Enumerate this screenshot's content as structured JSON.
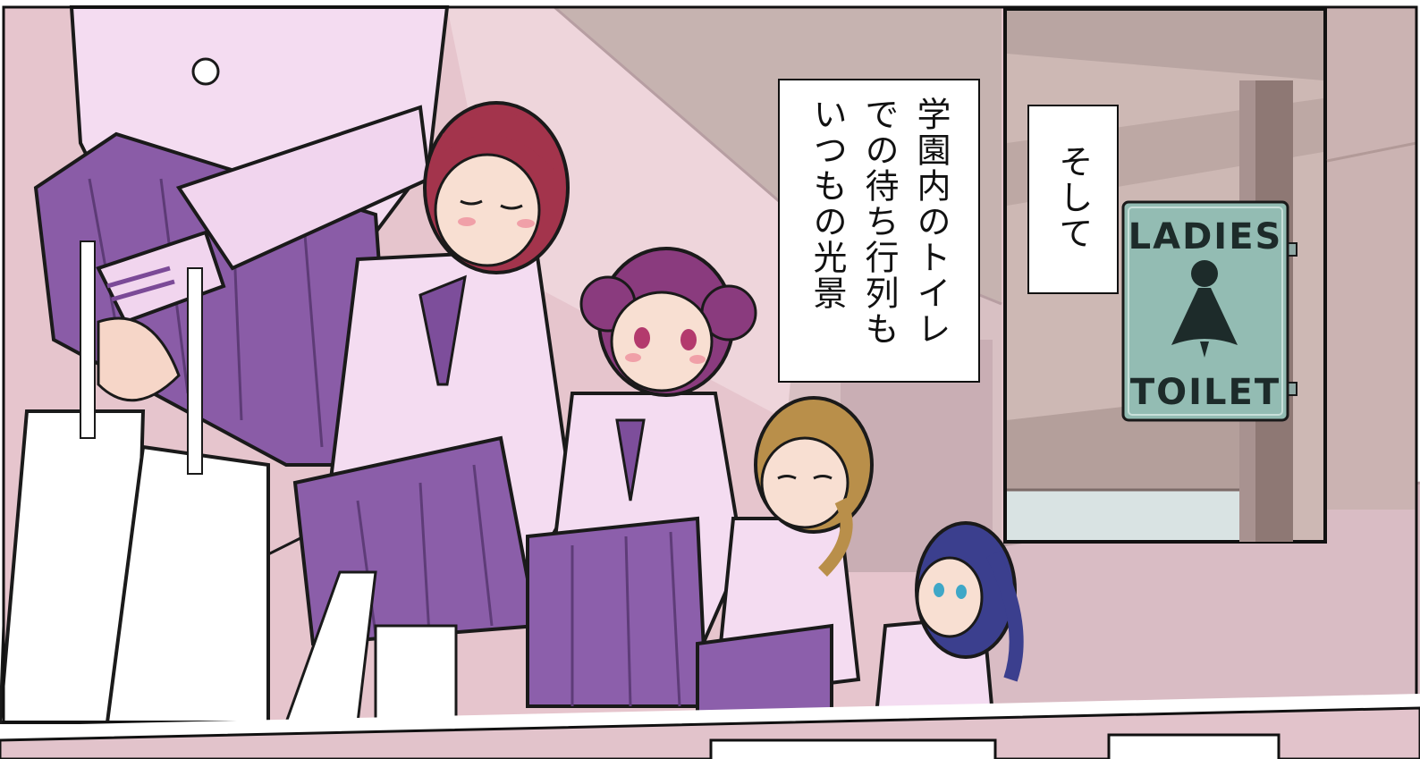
{
  "captions": {
    "main": [
      "学園内のトイレ",
      "での待ち行列も",
      "いつもの光景"
    ],
    "inset": [
      "そして"
    ]
  },
  "sign": {
    "top_label": "LADIES",
    "bottom_label": "TOILET",
    "icon": "woman-figure-icon"
  },
  "colors": {
    "wall": "#e8c6cf",
    "ceiling": "#c9b6b2",
    "uniform_blouse": "#f3dcf0",
    "skirt": "#8b5ea8",
    "sign_plate": "#93bcb3"
  }
}
